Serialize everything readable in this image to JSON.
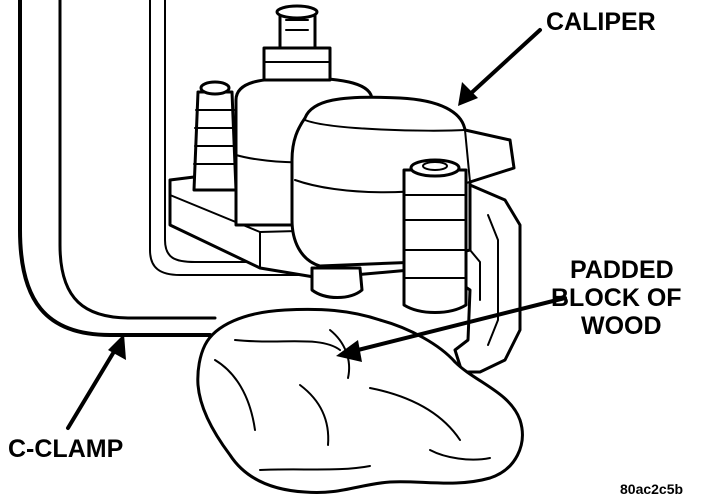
{
  "labels": {
    "caliper": "CALIPER",
    "padded_line1": "PADDED",
    "padded_line2": "BLOCK OF",
    "padded_line3": "WOOD",
    "c_clamp": "C-CLAMP",
    "figure_ref": "80ac2c5b"
  },
  "colors": {
    "ink": "#000000",
    "background": "#ffffff"
  }
}
